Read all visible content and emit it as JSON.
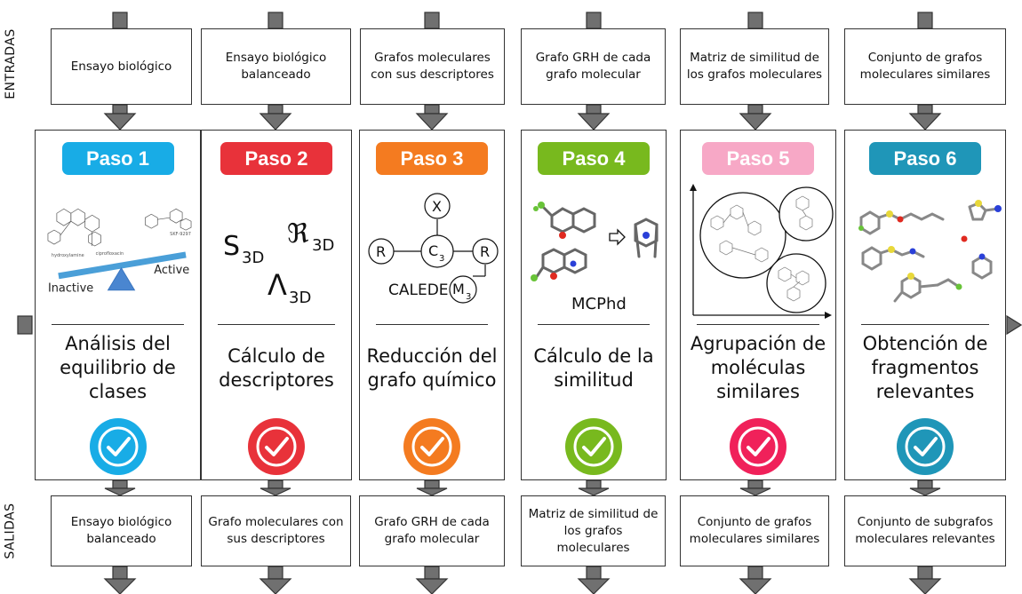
{
  "labels": {
    "inputs": "ENTRADAS",
    "outputs": "SALIDAS"
  },
  "steps": [
    {
      "badge": "Paso 1",
      "color": "#18ace6",
      "input": "Ensayo biológico",
      "title": "Análisis del equilibrio de clases",
      "output": "Ensayo biológico balanceado",
      "illustration": {
        "inactive": "Inactive",
        "active": "Active"
      }
    },
    {
      "badge": "Paso 2",
      "color": "#e8323a",
      "input": "Ensayo biológico balanceado",
      "title": "Cálculo de descriptores",
      "output": "Grafo moleculares con sus descriptores",
      "illustration": {
        "s": "S",
        "s_sub": "3D",
        "r": "ℜ",
        "r_sub": "3D",
        "l": "Λ",
        "l_sub": "3D"
      }
    },
    {
      "badge": "Paso 3",
      "color": "#f47b20",
      "input": "Grafos moleculares con sus descriptores",
      "title": "Reducción del grafo químico",
      "output": "Grafo GRH de cada grafo molecular",
      "illustration": {
        "x": "X",
        "r1": "R",
        "c": "C",
        "c_sub": "3",
        "r2": "R",
        "m": "M",
        "m_sub": "3",
        "label": "CALEDE"
      }
    },
    {
      "badge": "Paso 4",
      "color": "#78b91e",
      "input": "Grafo GRH de cada grafo molecular",
      "title": "Cálculo de la similitud",
      "output": "Matriz de similitud de los grafos moleculares",
      "illustration": {
        "label": "MCPhd"
      }
    },
    {
      "badge": "Paso 5",
      "color": "#f7a8c6",
      "check_color": "#f0215a",
      "input": "Matriz de similitud de los grafos moleculares",
      "title": "Agrupación de moléculas similares",
      "output": "Conjunto de grafos moleculares similares",
      "illustration": {}
    },
    {
      "badge": "Paso 6",
      "color": "#1f96b8",
      "input": "Conjunto de grafos moleculares similares",
      "title": "Obtención de fragmentos relevantes",
      "output": "Conjunto de subgrafos moleculares relevantes",
      "illustration": {}
    }
  ],
  "icons": [
    "down-arrow-icon",
    "right-arrow-icon",
    "checkmark-icon"
  ],
  "colors": {
    "arrow_fill": "#707070",
    "arrow_stroke": "#333333",
    "border": "#333333"
  }
}
